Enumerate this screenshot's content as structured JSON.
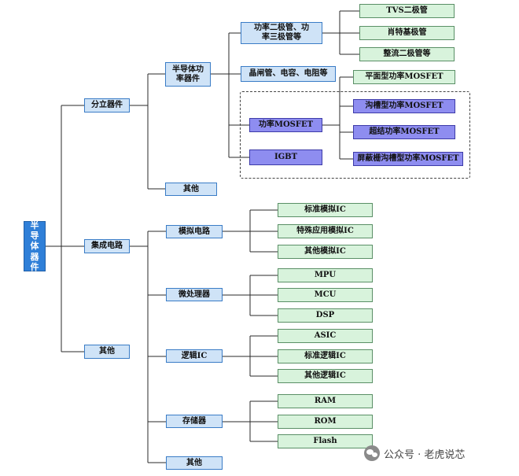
{
  "diagram": {
    "root": "半导体器件",
    "level1": {
      "discrete": "分立器件",
      "ic": "集成电路",
      "other": "其他"
    },
    "discrete_children": {
      "power": "半导体功率器件",
      "other": "其他"
    },
    "power_children": {
      "diode_triode": "功率二极管、功率三极管等",
      "thyristor": "晶闸管、电容、电阻等",
      "mosfet": "功率MOSFET",
      "igbt": "IGBT"
    },
    "diode_children": [
      "TVS二极管",
      "肖特基极管",
      "整流二极管等"
    ],
    "mosfet_children": [
      "平面型功率MOSFET",
      "沟槽型功率MOSFET",
      "超结功率MOSFET",
      "屏蔽栅沟槽型功率MOSFET"
    ],
    "ic_children": {
      "analog": "模拟电路",
      "micro": "微处理器",
      "logic": "逻辑IC",
      "memory": "存储器",
      "other": "其他"
    },
    "analog_children": [
      "标准模拟IC",
      "特殊应用模拟IC",
      "其他模拟IC"
    ],
    "micro_children": [
      "MPU",
      "MCU",
      "DSP"
    ],
    "logic_children": [
      "ASIC",
      "标准逻辑IC",
      "其他逻辑IC"
    ],
    "memory_children": [
      "RAM",
      "ROM",
      "Flash"
    ]
  },
  "watermark": {
    "icon": "wechat-icon",
    "text": "公众号 · 老虎说芯"
  }
}
